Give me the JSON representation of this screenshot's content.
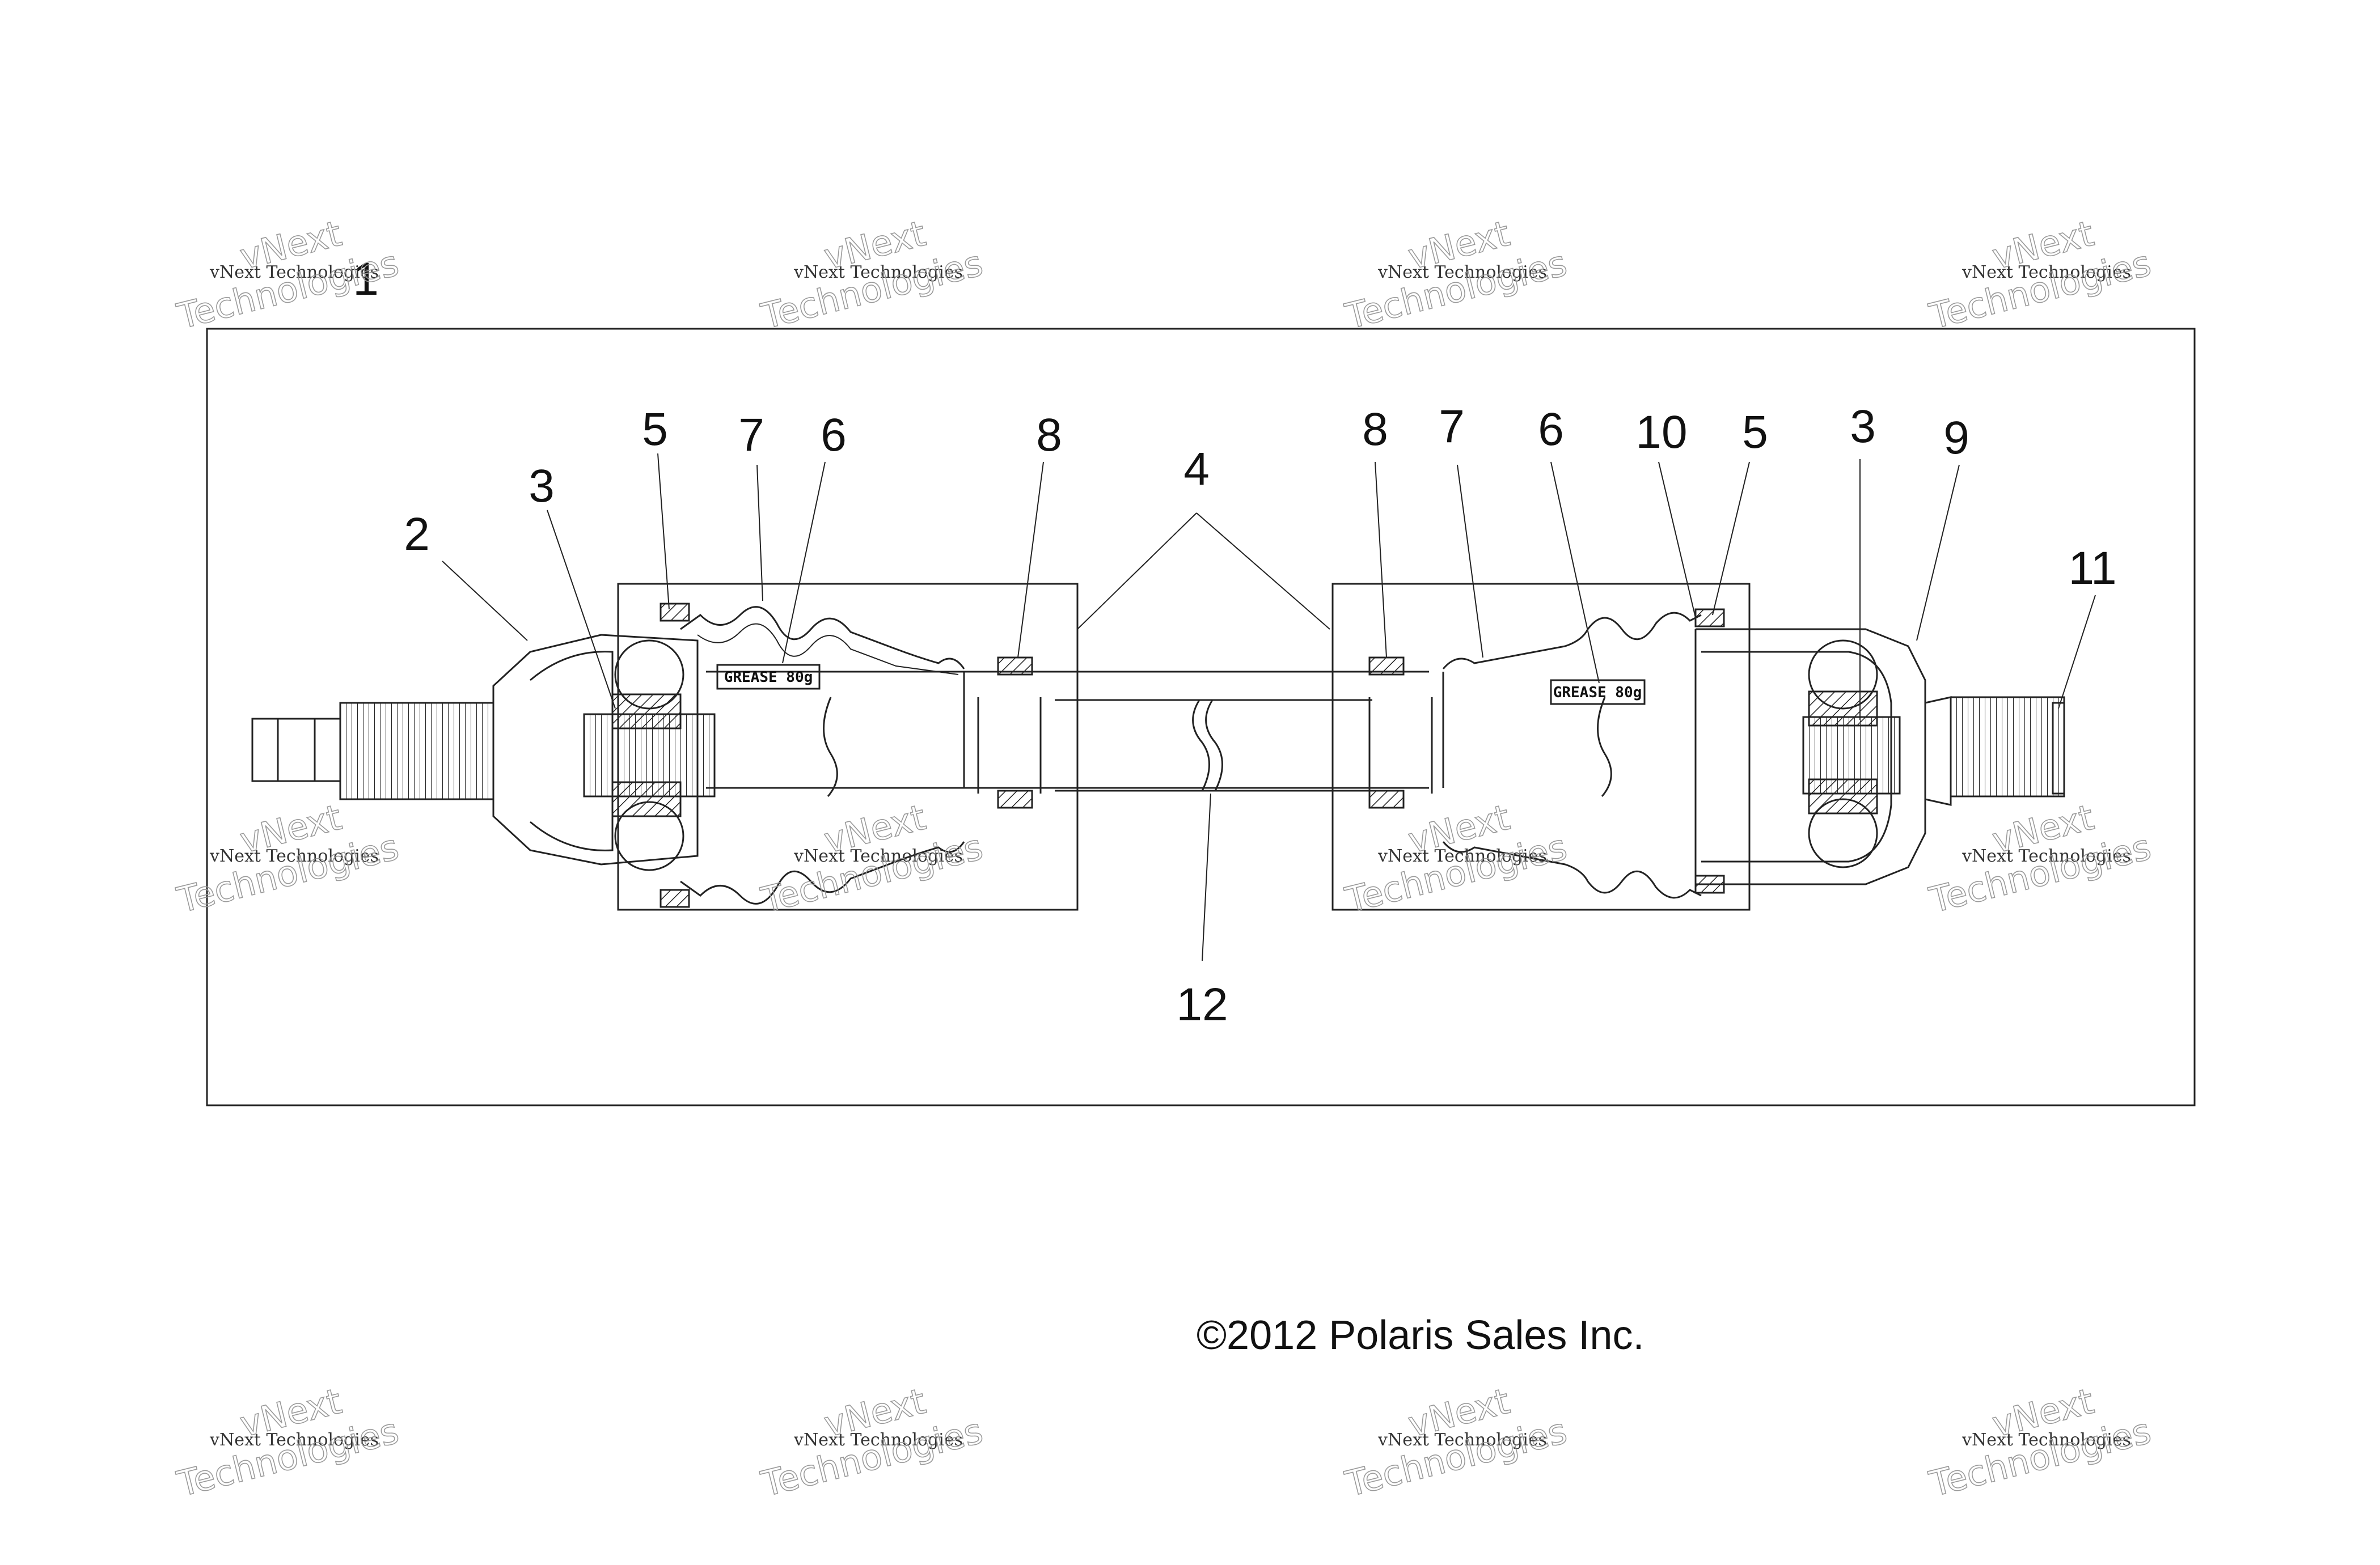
{
  "callouts": {
    "c1": "1",
    "c2": "2",
    "c3_left": "3",
    "c5_left": "5",
    "c7_left": "7",
    "c6_left": "6",
    "c8_left": "8",
    "c4": "4",
    "c8_right": "8",
    "c7_right": "7",
    "c6_right": "6",
    "c10": "10",
    "c5_right": "5",
    "c3_right": "3",
    "c9": "9",
    "c11": "11",
    "c12": "12"
  },
  "grease_labels": {
    "left": "GREASE 80g",
    "right": "GREASE 80g"
  },
  "copyright": "©2012 Polaris Sales Inc.",
  "watermark": {
    "line1": "vNext Technologies",
    "line2": "vNext",
    "line3": "Technologies"
  },
  "colors": {
    "line": "#222222",
    "watermark": "#9a9a9a",
    "background": "#ffffff"
  }
}
